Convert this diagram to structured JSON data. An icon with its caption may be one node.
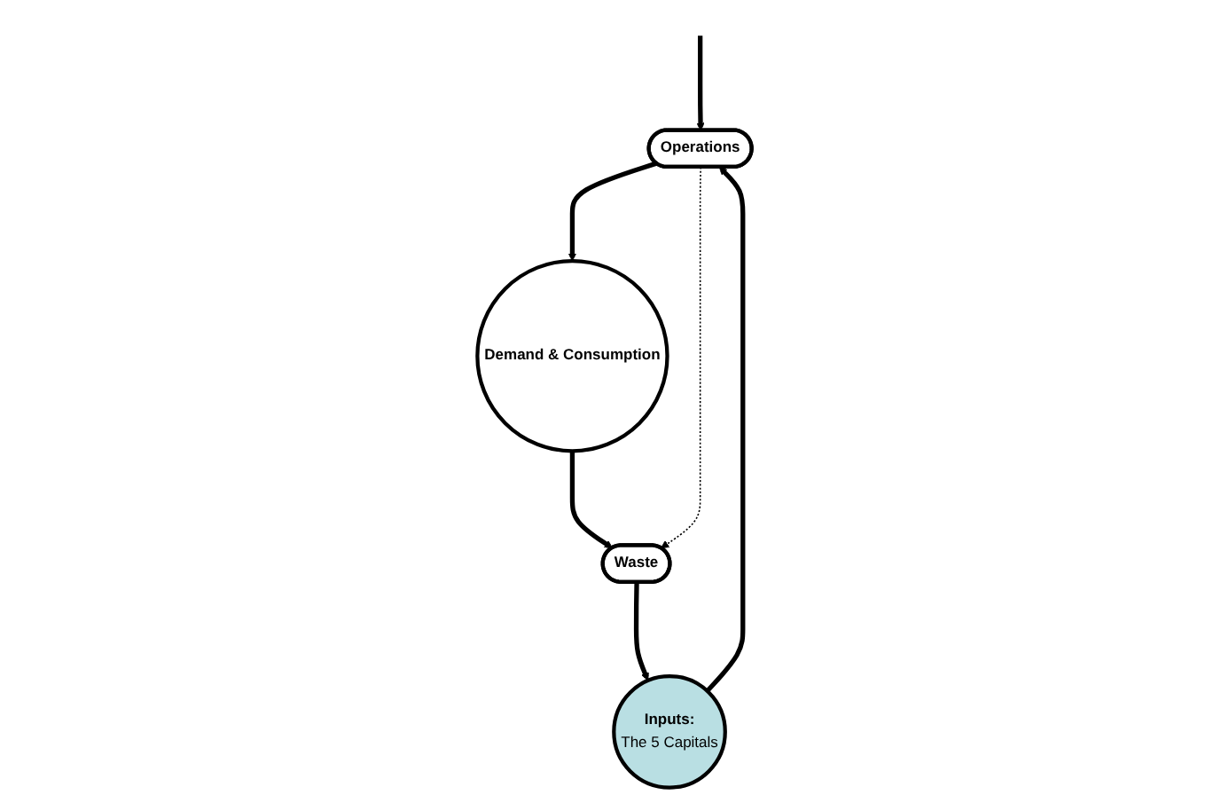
{
  "diagram": {
    "nodes": [
      {
        "text": [
          "Operations"
        ]
      },
      {
        "text": [
          "Inputs:",
          "The 5 Capitals"
        ]
      },
      {
        "text": [
          "Demand & Consumption"
        ]
      },
      {
        "text": [
          "Waste"
        ]
      }
    ],
    "edges": [
      {
        "from": 1,
        "to": 0,
        "arrow": "to"
      },
      {
        "from": 0,
        "to": 2,
        "arrow": "to"
      },
      {
        "from": 2,
        "to": 3,
        "arrow": "to"
      },
      {
        "from": 3,
        "to": 1,
        "arrow": "to"
      },
      {
        "from": 0,
        "to": 3,
        "arrow": "to",
        "style": "dashed"
      },
      {
        "from": null,
        "to": 0,
        "arrow": "to"
      }
    ]
  }
}
